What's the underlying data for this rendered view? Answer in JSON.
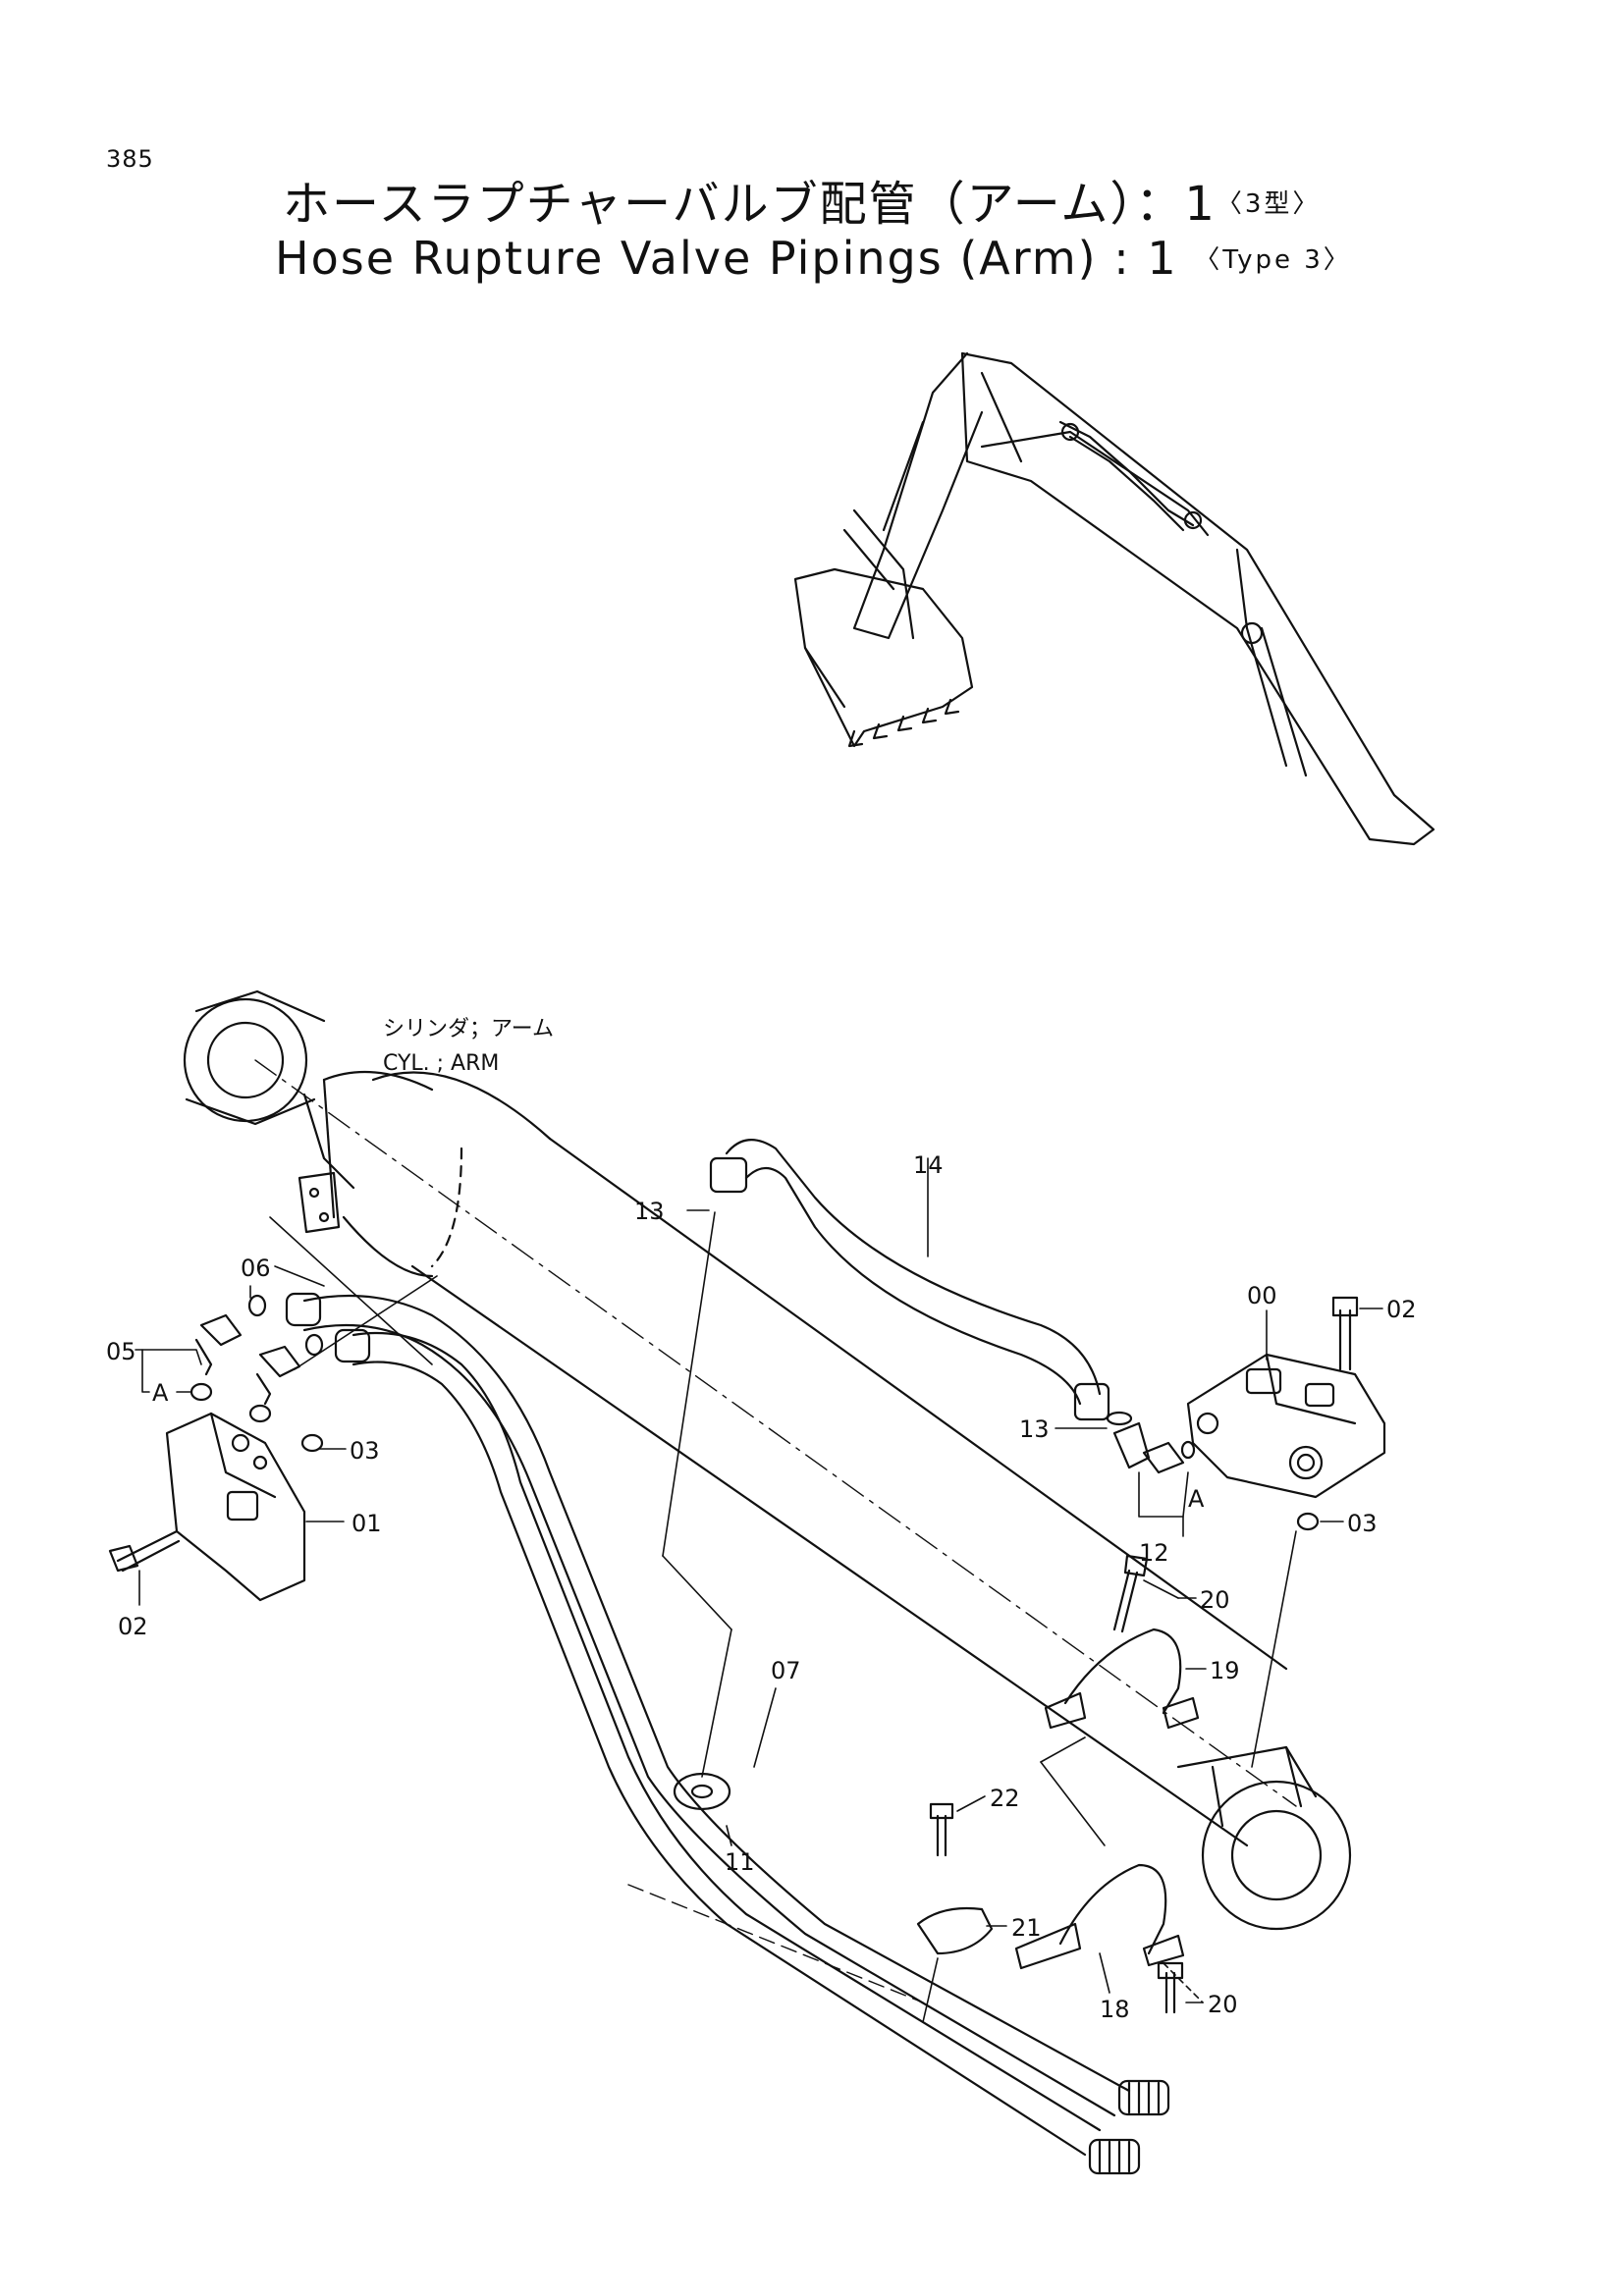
{
  "page_number": "385",
  "title_jp": "ホースラプチャーバルブ配管（アーム）：1",
  "title_jp_tag": "〈3型〉",
  "title_en": "Hose Rupture Valve Pipings (Arm) : 1",
  "title_en_tag": "〈Type 3〉",
  "cylinder_label_jp": "シリンダ；アーム",
  "cylinder_label_en": "CYL. ; ARM",
  "callouts": {
    "c00": "00",
    "c01": "01",
    "c02_left": "02",
    "c02_right": "02",
    "c03_left": "03",
    "c03_right": "03",
    "c05": "05",
    "c06": "06",
    "c07": "07",
    "c11": "11",
    "c12": "12",
    "c13_top": "13",
    "c13_mid": "13",
    "c14": "14",
    "c18": "18",
    "c19": "19",
    "c20_top": "20",
    "c20_bottom": "20",
    "c21": "21",
    "c22": "22",
    "a_left": "A",
    "a_right": "A"
  }
}
